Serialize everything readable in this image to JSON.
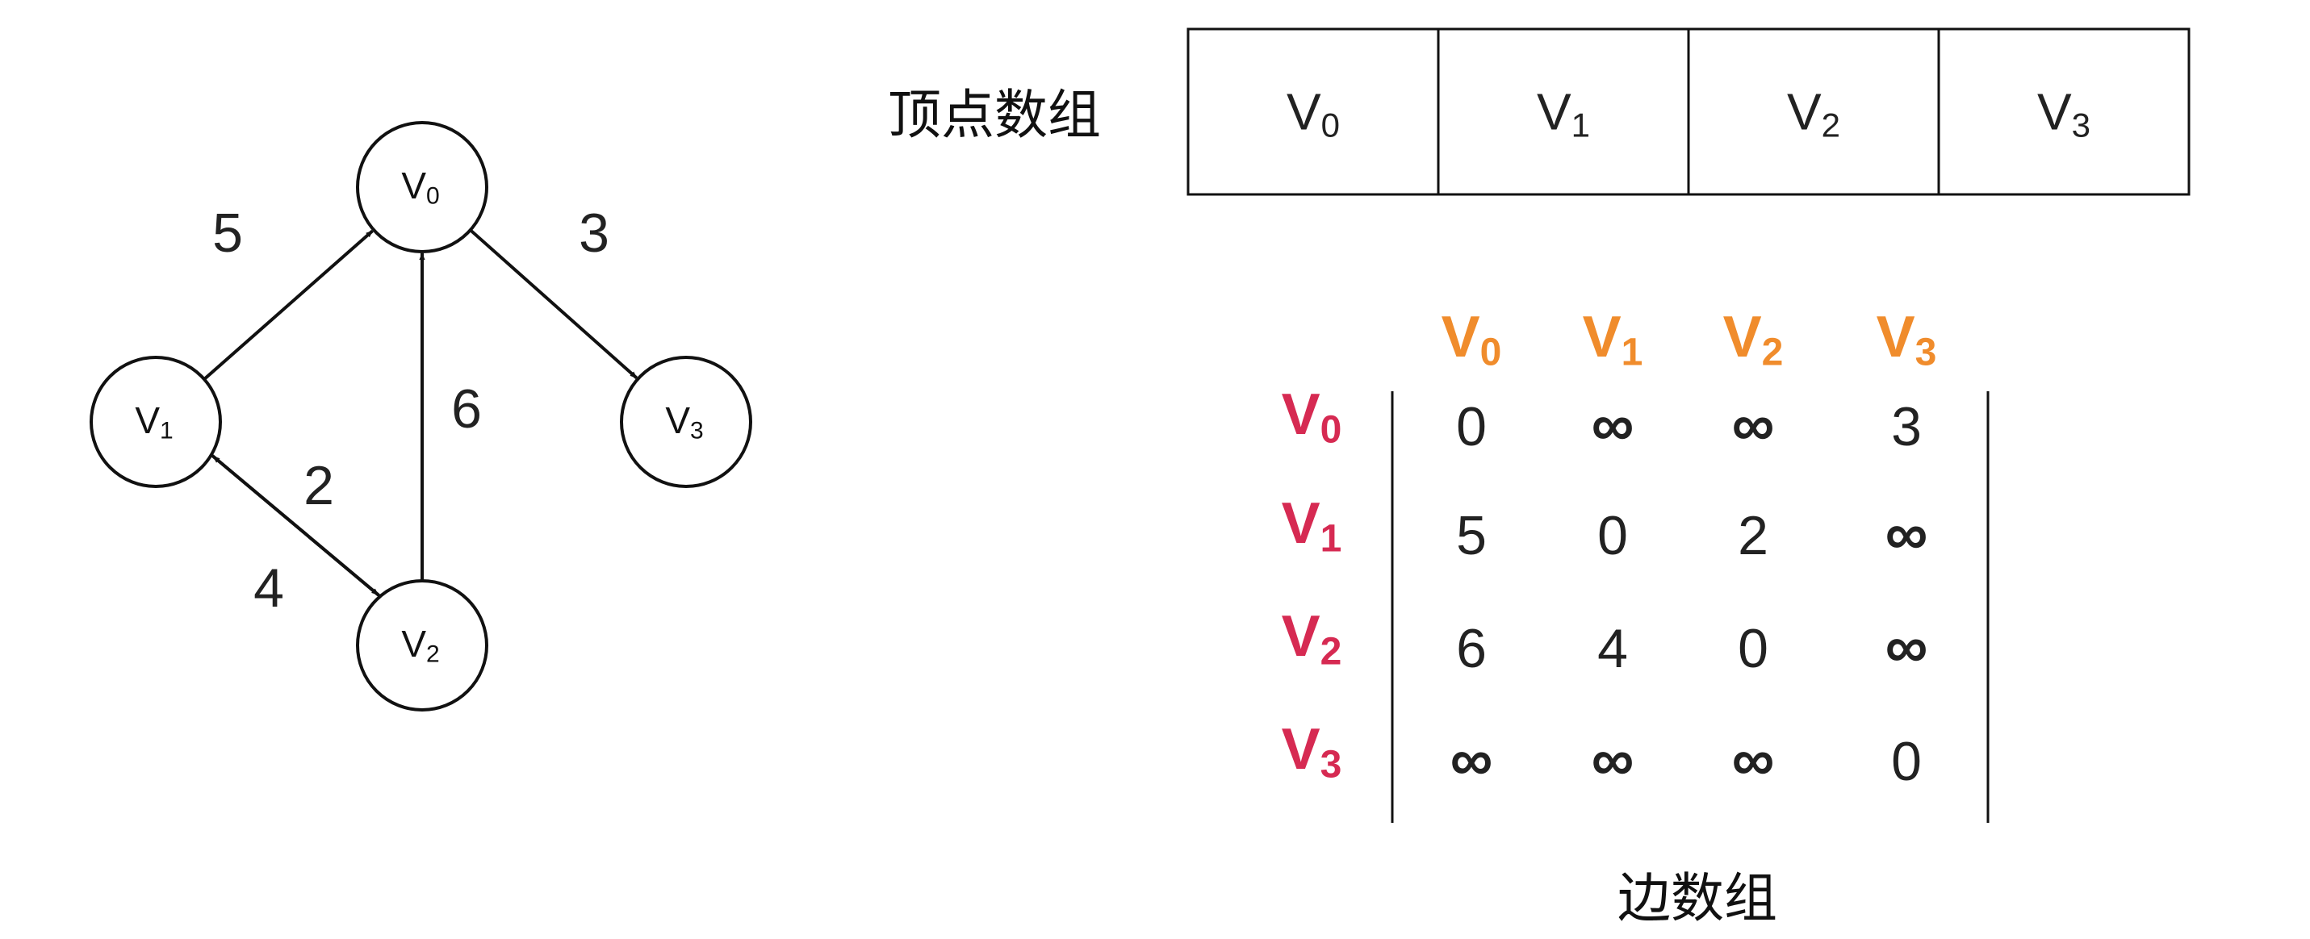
{
  "colors": {
    "column_header": "#F08C2C",
    "row_header": "#D62A52",
    "ink": "#111111"
  },
  "graph": {
    "nodes": [
      {
        "id": "v0",
        "base": "V",
        "sub": "0"
      },
      {
        "id": "v1",
        "base": "V",
        "sub": "1"
      },
      {
        "id": "v2",
        "base": "V",
        "sub": "2"
      },
      {
        "id": "v3",
        "base": "V",
        "sub": "3"
      }
    ],
    "edges": [
      {
        "from": "v1",
        "to": "v0",
        "weight": "5"
      },
      {
        "from": "v0",
        "to": "v3",
        "weight": "3"
      },
      {
        "from": "v2",
        "to": "v0",
        "weight": "6"
      },
      {
        "from": "v1",
        "to": "v2",
        "weight": "2"
      },
      {
        "from": "v2",
        "to": "v1",
        "weight": "4"
      }
    ]
  },
  "vertex_array": {
    "title": "顶点数组",
    "cells": [
      {
        "base": "V",
        "sub": "0"
      },
      {
        "base": "V",
        "sub": "1"
      },
      {
        "base": "V",
        "sub": "2"
      },
      {
        "base": "V",
        "sub": "3"
      }
    ]
  },
  "edge_array": {
    "title": "边数组",
    "column_headers": [
      {
        "base": "V",
        "sub": "0"
      },
      {
        "base": "V",
        "sub": "1"
      },
      {
        "base": "V",
        "sub": "2"
      },
      {
        "base": "V",
        "sub": "3"
      }
    ],
    "row_headers": [
      {
        "base": "V",
        "sub": "0"
      },
      {
        "base": "V",
        "sub": "1"
      },
      {
        "base": "V",
        "sub": "2"
      },
      {
        "base": "V",
        "sub": "3"
      }
    ],
    "rows": [
      [
        "0",
        "∞",
        "∞",
        "3"
      ],
      [
        "5",
        "0",
        "2",
        "∞"
      ],
      [
        "6",
        "4",
        "0",
        "∞"
      ],
      [
        "∞",
        "∞",
        "∞",
        "0"
      ]
    ]
  }
}
